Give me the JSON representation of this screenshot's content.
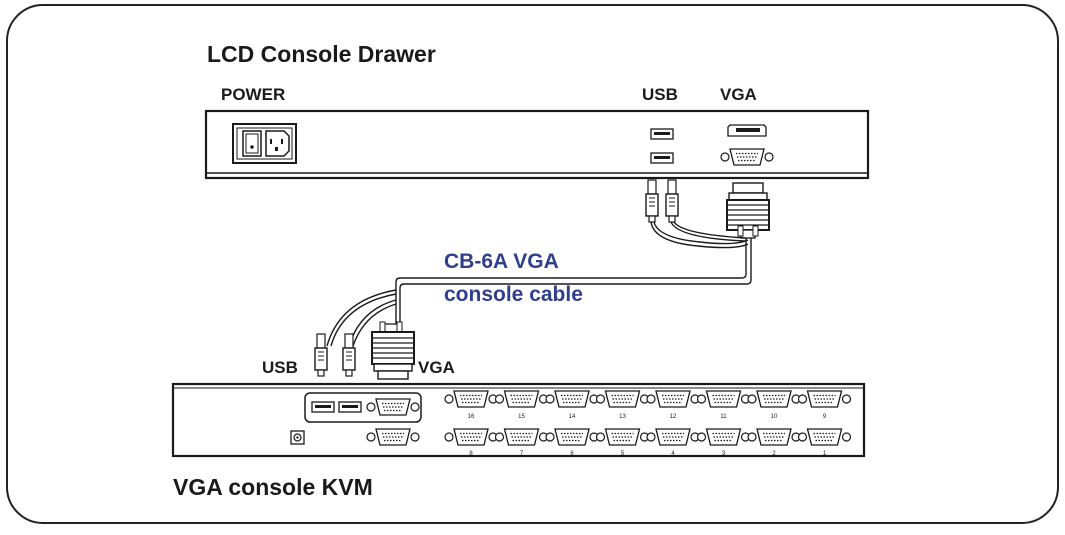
{
  "labels": {
    "drawer_title": "LCD Console Drawer",
    "power": "POWER",
    "drawer_usb": "USB",
    "drawer_vga": "VGA",
    "cable_line1": "CB-6A VGA",
    "cable_line2": "console cable",
    "kvm_usb": "USB",
    "kvm_vga": "VGA",
    "kvm_title": "VGA console KVM"
  },
  "kvm_ports": {
    "top_row": [
      "16",
      "15",
      "14",
      "13",
      "12",
      "11",
      "10",
      "9"
    ],
    "bottom_row": [
      "8",
      "7",
      "6",
      "5",
      "4",
      "3",
      "2",
      "1"
    ]
  },
  "colors": {
    "line": "#1a1a1a",
    "cable_text": "#2f3f8e",
    "frame": "#222222"
  }
}
